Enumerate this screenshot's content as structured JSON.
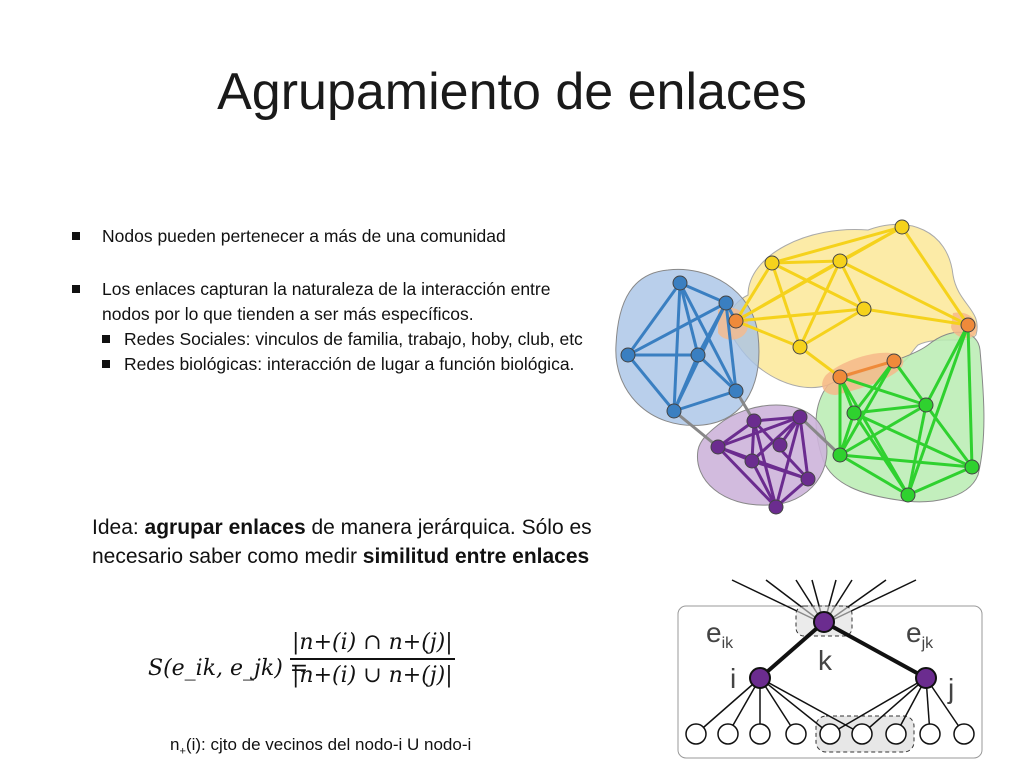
{
  "slide": {
    "title": "Agrupamiento de enlaces",
    "bullets": [
      {
        "text": "Nodos pueden pertenecer a más de una comunidad"
      },
      {
        "text": "Los enlaces capturan la naturaleza de la interacción entre nodos por lo que tienden a ser más específicos.",
        "sub": [
          "Redes Sociales: vinculos de familia, trabajo, hoby, club, etc",
          "Redes biológicas: interacción de lugar a función biológica."
        ]
      }
    ],
    "idea": {
      "prefix": "Idea: ",
      "bold1": "agrupar enlaces",
      "middle": " de manera jerárquica. Sólo es necesario saber como medir ",
      "bold2": "similitud entre enlaces"
    },
    "formula": {
      "lhs": "S(e_ik, e_jk) =",
      "numerator": "|n+(i) ∩ n+(j)|",
      "denominator": "|n+(i) ∪ n+(j)|"
    },
    "note": {
      "pre": "n",
      "sub": "+",
      "post": "(i): cjto  de vecinos del nodo-i U nodo-i"
    }
  },
  "diagram": {
    "labels": {
      "eik": "e",
      "eik_sub": "ik",
      "ejk": "e",
      "ejk_sub": "jk",
      "k": "k",
      "i": "i",
      "j": "j"
    },
    "colors": {
      "blue": "#3a7fc1",
      "yellow": "#f5d21c",
      "green": "#2fd12f",
      "purple": "#6b2c8f",
      "orange": "#ef8a3a",
      "node_purple": "#6b2c8f"
    }
  }
}
